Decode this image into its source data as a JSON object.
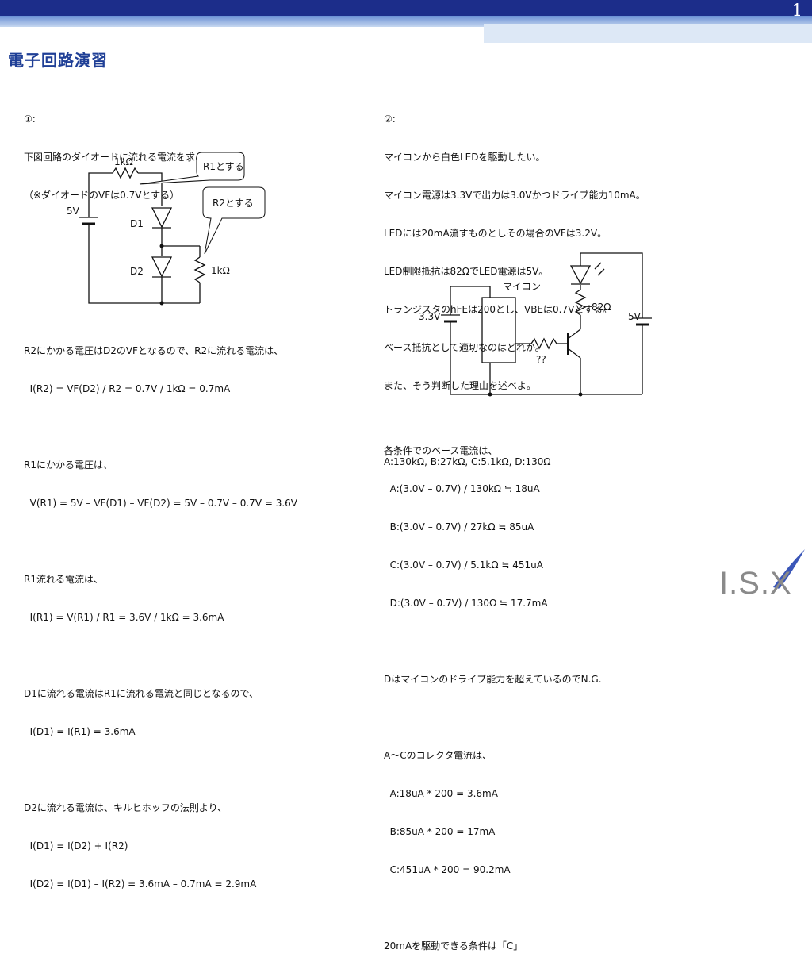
{
  "header": {
    "page_number": "1"
  },
  "title": "電子回路演習",
  "left": {
    "heading": "①:",
    "question": [
      "下図回路のダイオードに流れる電流を求めよ",
      "（※ダイオードのVFは0.7Vとする）"
    ],
    "circuit": {
      "src_label": "5V",
      "r1_label": "1kΩ",
      "r2_label": "1kΩ",
      "d1_label": "D1",
      "d2_label": "D2",
      "callout1": "R1とする",
      "callout2": "R2とする"
    },
    "answers": [
      "R2にかかる電圧はD2のVFとなるので、R2に流れる電流は、",
      "  I(R2) = VF(D2) / R2 = 0.7V / 1kΩ = 0.7mA",
      "",
      "R1にかかる電圧は、",
      "  V(R1) = 5V – VF(D1) – VF(D2) = 5V – 0.7V – 0.7V = 3.6V",
      "",
      "R1流れる電流は、",
      "  I(R1) = V(R1) / R1 = 3.6V / 1kΩ = 3.6mA",
      "",
      "D1に流れる電流はR1に流れる電流と同じとなるので、",
      "  I(D1) = I(R1) = 3.6mA",
      "",
      "D2に流れる電流は、キルヒホッフの法則より、",
      "  I(D1) = I(D2) + I(R2)",
      "  I(D2) = I(D1) – I(R2) = 3.6mA – 0.7mA = 2.9mA"
    ]
  },
  "right": {
    "heading": "②:",
    "question": [
      "マイコンから白色LEDを駆動したい。",
      "マイコン電源は3.3Vで出力は3.0Vかつドライブ能力10mA。",
      "LEDには20mA流すものとしその場合のVFは3.2V。",
      "LED制限抵抗は82ΩでLED電源は5V。",
      "トランジスタのhFEは200とし、VBEは0.7Vとする。",
      "ベース抵抗として適切なのはどれか。",
      "また、そう判断した理由を述べよ。"
    ],
    "options": "A:130kΩ, B:27kΩ, C:5.1kΩ, D:130Ω",
    "circuit": {
      "mcu_label": "マイコン",
      "mcu_supply": "3.3V",
      "led_supply": "5V",
      "led_resistor": "82Ω",
      "base_resistor": "??"
    },
    "answers": [
      "各条件でのベース電流は、",
      "  A:(3.0V – 0.7V) / 130kΩ ≒ 18uA",
      "  B:(3.0V – 0.7V) / 27kΩ ≒ 85uA",
      "  C:(3.0V – 0.7V) / 5.1kΩ ≒ 451uA",
      "  D:(3.0V – 0.7V) / 130Ω ≒ 17.7mA",
      "",
      "Dはマイコンのドライブ能力を超えているのでN.G.",
      "",
      "A～Cのコレクタ電流は、",
      "  A:18uA * 200 = 3.6mA",
      "  B:85uA * 200 = 17mA",
      "  C:451uA * 200 = 90.2mA",
      "",
      "20mAを駆動できる条件は「C」"
    ]
  },
  "logo": {
    "text": "I.S.X"
  }
}
